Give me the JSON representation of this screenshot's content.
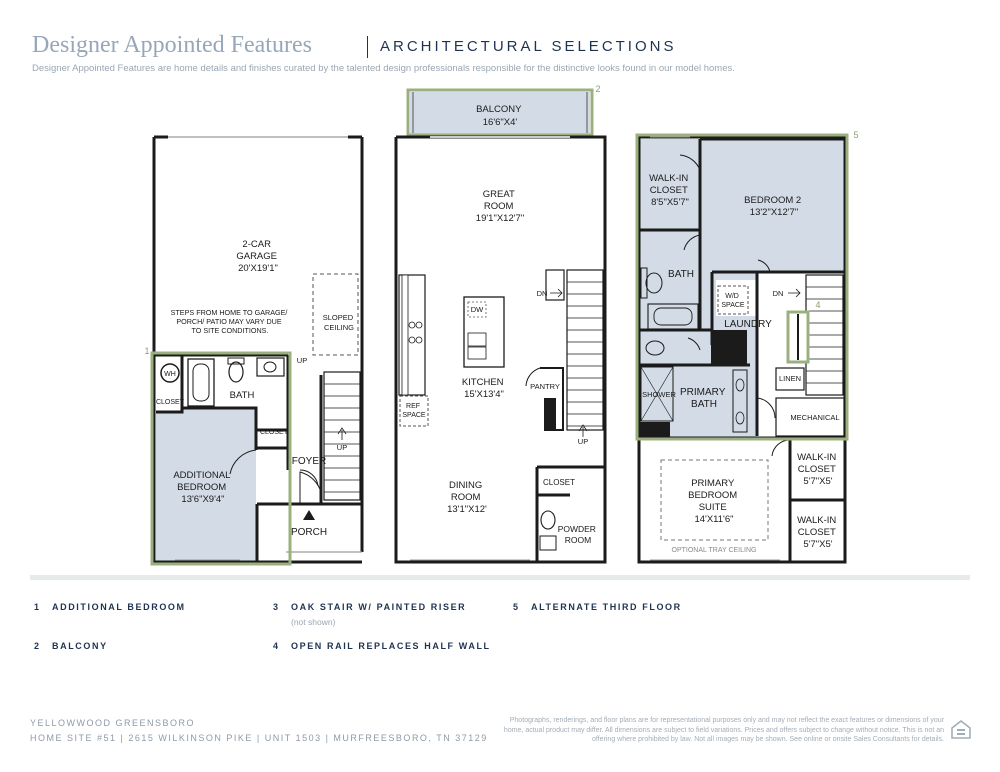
{
  "header": {
    "title": "Designer Appointed Features",
    "subtitle": "ARCHITECTURAL SELECTIONS",
    "description": "Designer Appointed Features are home details and finishes curated by the talented design professionals responsible for the distinctive looks found in our model homes."
  },
  "plans": {
    "first_floor": {
      "garage": [
        "2-CAR",
        "GARAGE",
        "20'X19'1\""
      ],
      "steps_note": [
        "STEPS FROM HOME TO GARAGE/",
        "PORCH/ PATIO MAY VARY DUE",
        "TO SITE CONDITIONS."
      ],
      "sloped_ceiling": [
        "SLOPED",
        "CEILING"
      ],
      "wh": "WH",
      "closet": "CLOSET",
      "bath": "BATH",
      "closet2": "CLOSET",
      "up": "UP",
      "up2": "UP",
      "foyer": "FOYER",
      "bedroom": [
        "ADDITIONAL",
        "BEDROOM",
        "13'6\"X9'4\""
      ],
      "porch": "PORCH",
      "marker": "1"
    },
    "second_floor": {
      "balcony": [
        "BALCONY",
        "16'6\"X4'"
      ],
      "great_room": [
        "GREAT",
        "ROOM",
        "19'1\"X12'7\""
      ],
      "dn": "DN",
      "dw": "DW",
      "ref_space": [
        "REF",
        "SPACE"
      ],
      "kitchen": [
        "KITCHEN",
        "15'X13'4\""
      ],
      "pantry": "PANTRY",
      "up": "UP",
      "dining": [
        "DINING",
        "ROOM",
        "13'1\"X12'"
      ],
      "closet": "CLOSET",
      "powder": [
        "POWDER",
        "ROOM"
      ],
      "marker": "2"
    },
    "third_floor": {
      "walkin1": [
        "WALK-IN",
        "CLOSET",
        "8'5\"X5'7\""
      ],
      "bedroom2": [
        "BEDROOM 2",
        "13'2\"X12'7\""
      ],
      "bath": "BATH",
      "wd": [
        "W/D",
        "SPACE"
      ],
      "laundry": "LAUNDRY",
      "dn": "DN",
      "linen": "LINEN",
      "shower": "SHOWER",
      "primary_bath": [
        "PRIMARY",
        "BATH"
      ],
      "mechanical": "MECHANICAL",
      "walkin2": [
        "WALK-IN",
        "CLOSET",
        "5'7\"X5'"
      ],
      "primary_suite": [
        "PRIMARY",
        "BEDROOM",
        "SUITE",
        "14'X11'6\""
      ],
      "walkin3": [
        "WALK-IN",
        "CLOSET",
        "5'7\"X5'"
      ],
      "tray": "OPTIONAL TRAY CEILING",
      "marker4": "4",
      "marker5": "5"
    }
  },
  "legend": [
    {
      "num": "1",
      "label": "ADDITIONAL BEDROOM"
    },
    {
      "num": "2",
      "label": "BALCONY"
    },
    {
      "num": "3",
      "label": "OAK STAIR W/ PAINTED RISER",
      "note": "(not shown)"
    },
    {
      "num": "4",
      "label": "OPEN RAIL REPLACES HALF WALL"
    },
    {
      "num": "5",
      "label": "ALTERNATE THIRD FLOOR"
    }
  ],
  "footer": {
    "community": "YELLOWWOOD GREENSBORO",
    "address": "HOME SITE #51  |  2615 WILKINSON PIKE  |  UNIT 1503  |  MURFREESBORO, TN 37129",
    "disclaimer": "Photographs, renderings, and floor plans are for representational purposes only and may not reflect the exact features or dimensions of your home, actual product may differ. All dimensions are subject to field variations. Prices and offers subject to change without notice. This is not an offering where prohibited by law. Not all images may be shown. See online or onsite Sales Consultants for details."
  },
  "colors": {
    "navy": "#1f3350",
    "highlight_fill": "#d2dbe6",
    "highlight_outline": "#9bb07e",
    "wall": "#1b1b1b"
  }
}
